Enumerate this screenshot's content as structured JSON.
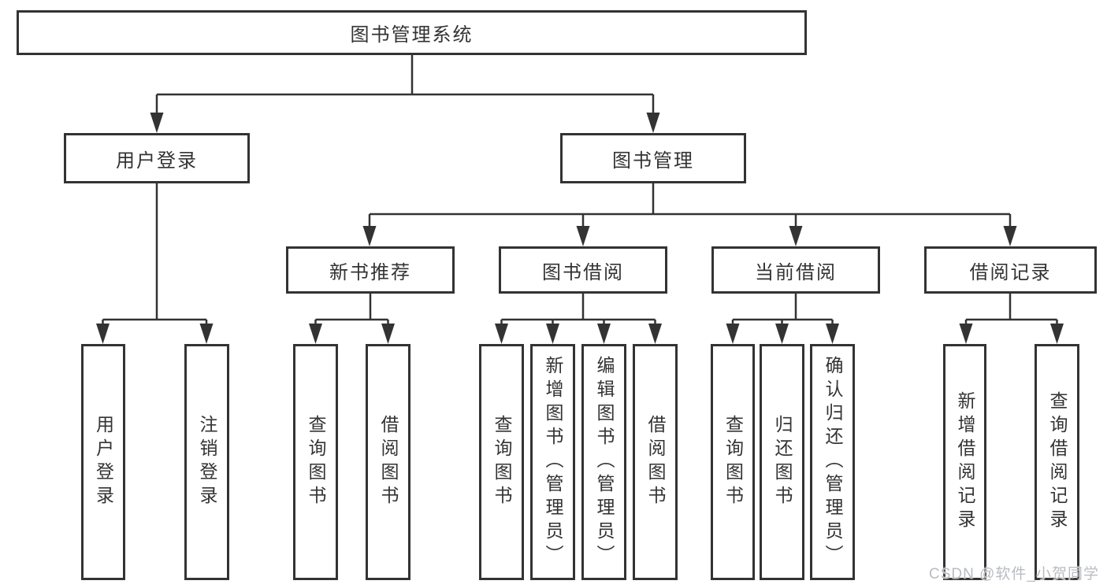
{
  "root": {
    "label": "图书管理系统"
  },
  "level2": {
    "user_login": {
      "label": "用户登录"
    },
    "book_mgmt": {
      "label": "图书管理"
    }
  },
  "level3": {
    "new_books": {
      "label": "新书推荐"
    },
    "borrow": {
      "label": "图书借阅"
    },
    "current": {
      "label": "当前借阅"
    },
    "records": {
      "label": "借阅记录"
    }
  },
  "leaves": {
    "user_login": [
      "用户登录",
      "注销登录"
    ],
    "new_books": [
      "查询图书",
      "借阅图书"
    ],
    "borrow": [
      "查询图书",
      "新增图书（管理员）",
      "编辑图书（管理员）",
      "借阅图书"
    ],
    "current": [
      "查询图书",
      "归还图书",
      "确认归还（管理员）"
    ],
    "records": [
      "新增借阅记录",
      "查询借阅记录"
    ]
  },
  "watermark": {
    "text": "CSDN @软件_小贺同学"
  },
  "colors": {
    "line": "#333333",
    "text": "#333333",
    "box_background": "#ffffff",
    "watermark_gray": "#b9bcc1",
    "background": "#ffffff"
  }
}
